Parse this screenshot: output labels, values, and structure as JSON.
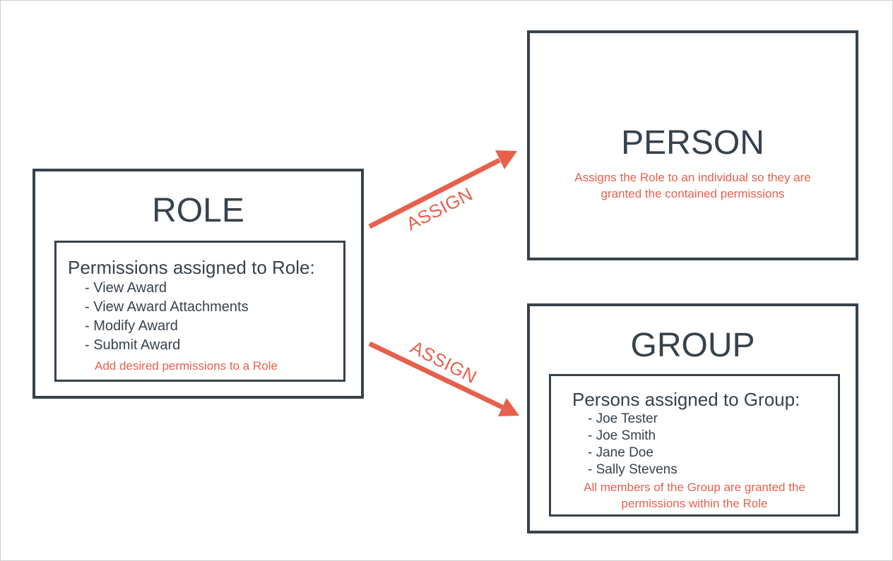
{
  "role": {
    "title": "ROLE",
    "permissions_heading": "Permissions assigned to Role:",
    "permissions": [
      "- View Award",
      "- View Award Attachments",
      "- Modify Award",
      "- Submit Award"
    ],
    "note": "Add desired permissions to a Role"
  },
  "person": {
    "title": "PERSON",
    "note_line1": "Assigns the Role to an individual so they are",
    "note_line2": "granted the contained permissions"
  },
  "group": {
    "title": "GROUP",
    "members_heading": "Persons assigned to Group:",
    "members": [
      "- Joe Tester",
      "- Joe Smith",
      "- Jane Doe",
      "- Sally Stevens"
    ],
    "note_line1": "All members of the Group are granted the",
    "note_line2": "permissions within the Role"
  },
  "connectors": {
    "to_person_label": "ASSIGN",
    "to_group_label": "ASSIGN"
  },
  "colors": {
    "box_border": "#37424c",
    "accent": "#e8604c"
  }
}
